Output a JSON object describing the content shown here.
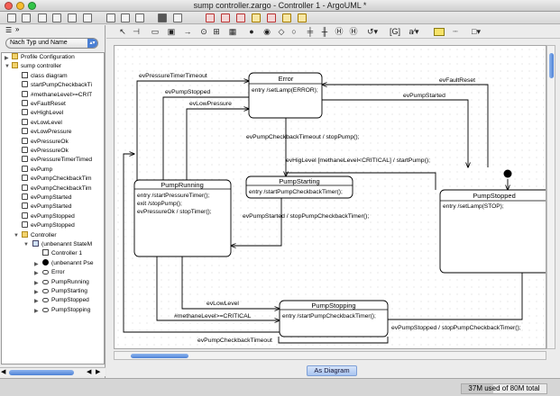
{
  "window": {
    "title": "sump controller.zargo - Controller 1 - ArgoUML *",
    "traffic_lights": [
      "#f45e55",
      "#f7bc2e",
      "#33c448"
    ]
  },
  "explorer": {
    "sort_label": "Nach Typ und Name",
    "items": [
      {
        "label": "Profile Configuration",
        "icon": "folder-icon"
      },
      {
        "label": "sump controller",
        "icon": "folder-icon"
      },
      {
        "label": "class diagram",
        "icon": "class-diagram-icon"
      },
      {
        "label": "startPumpCheckbackTi",
        "icon": "event-icon"
      },
      {
        "label": "#methaneLevel>=CRIT",
        "icon": "event-icon"
      },
      {
        "label": "evFaultReset",
        "icon": "event-icon"
      },
      {
        "label": "evHighLevel",
        "icon": "event-icon"
      },
      {
        "label": "evLowLevel",
        "icon": "event-icon"
      },
      {
        "label": "evLowPressure",
        "icon": "event-icon"
      },
      {
        "label": "evPressureOk",
        "icon": "event-icon"
      },
      {
        "label": "evPressureOk",
        "icon": "event-icon"
      },
      {
        "label": "evPressureTimerTimed",
        "icon": "event-icon"
      },
      {
        "label": "evPump",
        "icon": "event-icon"
      },
      {
        "label": "evPumpCheckbackTim",
        "icon": "event-icon"
      },
      {
        "label": "evPumpCheckbackTim",
        "icon": "event-icon"
      },
      {
        "label": "evPumpStarted",
        "icon": "event-icon"
      },
      {
        "label": "evPumpStarted",
        "icon": "event-icon"
      },
      {
        "label": "evPumpStopped",
        "icon": "event-icon"
      },
      {
        "label": "evPumpStopped",
        "icon": "event-icon"
      },
      {
        "label": "Controller",
        "icon": "folder-icon"
      },
      {
        "label": "(unbenannt StateM",
        "icon": "state-machine-icon"
      },
      {
        "label": "Controller 1",
        "icon": "diagram-icon"
      },
      {
        "label": "(unbenannt Pse",
        "icon": "initial-state-icon"
      },
      {
        "label": "Error",
        "icon": "state-icon"
      },
      {
        "label": "PumpRunning",
        "icon": "state-icon"
      },
      {
        "label": "PumpStarting",
        "icon": "state-icon"
      },
      {
        "label": "PumpStopped",
        "icon": "state-icon"
      },
      {
        "label": "PumpStopping",
        "icon": "state-icon"
      }
    ]
  },
  "diagram_tab": {
    "label": "As Diagram"
  },
  "status": {
    "memory": "37M used of 80M total"
  },
  "diagram": {
    "states": {
      "error": {
        "name": "Error",
        "body": [
          "entry /setLamp(ERROR);"
        ]
      },
      "running": {
        "name": "PumpRunning",
        "body": [
          "entry /startPressureTimer();",
          "exit /stopPump();",
          "evPressureOk / stopTimer();"
        ]
      },
      "starting": {
        "name": "PumpStarting",
        "body": [
          "entry /startPumpCheckbackTimer();"
        ]
      },
      "stopped": {
        "name": "PumpStopped",
        "body": [
          "entry /setLamp(STOP);"
        ]
      },
      "stopping": {
        "name": "PumpStopping",
        "body": [
          "entry /startPumpCheckbackTimer();"
        ]
      }
    },
    "transitions": {
      "t1": "evPressureTimerTimeout",
      "t2": "evPumpStopped",
      "t3": "evLowPressure",
      "t4": "evFaultReset",
      "t5": "evPumpStarted",
      "t6": "evPumpCheckbackTimeout / stopPump();",
      "t7": "evHigLevel [methaneLevel<CRITICAL] / startPump();",
      "t8": "evPumpStarted / stopPumpCheckbackTimer();",
      "t9": "evLowLevel",
      "t10": "#methaneLevel>=CRITICAL",
      "t11": "evPumpStopped / stopPumpCheckbackTimer();",
      "t12": "evPumpCheckbackTimeout"
    }
  }
}
